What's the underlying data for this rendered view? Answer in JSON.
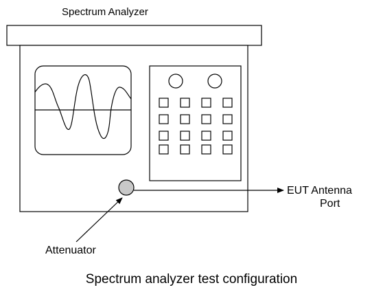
{
  "diagram": {
    "title": "Spectrum Analyzer",
    "output_label_line1": "EUT Antenna",
    "output_label_line2": "Port",
    "attenuator_label": "Attenuator",
    "caption": "Spectrum analyzer test configuration"
  },
  "colors": {
    "stroke": "#000000",
    "attenuator_fill": "#c8c8c8",
    "background": "#ffffff"
  }
}
